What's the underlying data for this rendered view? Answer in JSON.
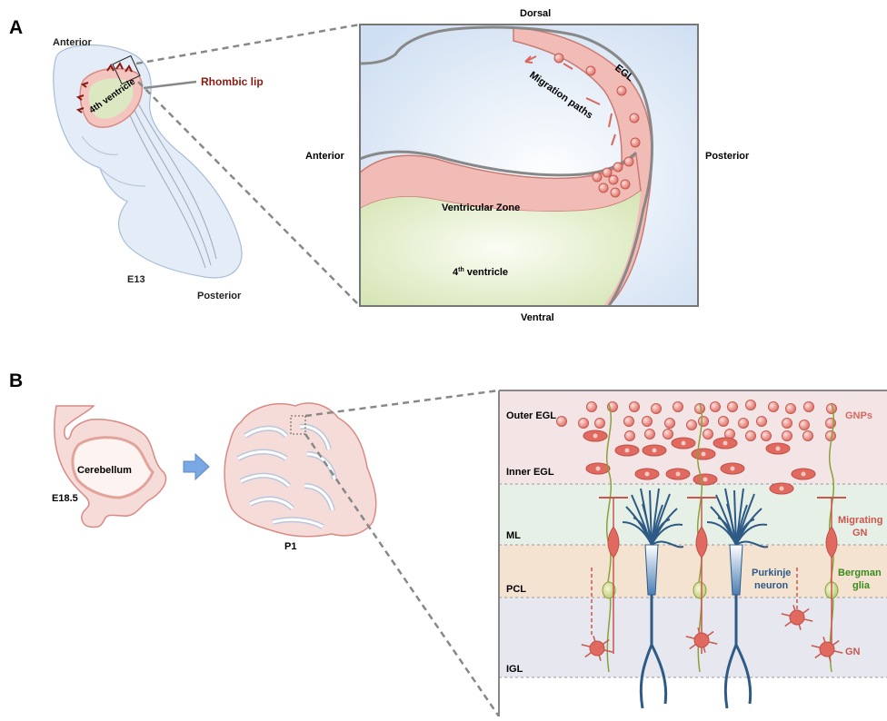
{
  "colors": {
    "pink_fill": "#f2c2bd",
    "pink_stroke": "#d98a84",
    "dark_red": "#8a1a12",
    "cell_red": "#e0665e",
    "blue_pale": "#dce8f6",
    "green_pale": "#dde9c2",
    "grey_border": "#777777",
    "bergmann_green": "#3a8a1e",
    "purkinje_blue": "#2e5a86",
    "arrow_blue": "#6b9fde"
  },
  "panel_a": {
    "letter": "A",
    "embryo": {
      "anterior": "Anterior",
      "posterior": "Posterior",
      "stage": "E13",
      "ventricle_label": "4th ventricle",
      "rhombic_lip": "Rhombic lip"
    },
    "zoom": {
      "dorsal": "Dorsal",
      "ventral": "Ventral",
      "anterior": "Anterior",
      "posterior": "Posterior",
      "egl": "EGL",
      "migration_paths": "Migration paths",
      "ventricular_zone": "Ventricular Zone",
      "ventricle_base": "4",
      "ventricle_sup": "th",
      "ventricle_rest": " ventricle"
    }
  },
  "panel_b": {
    "letter": "B",
    "cerebellum": "Cerebellum",
    "e18": "E18.5",
    "p1": "P1",
    "layers": {
      "outer_egl": "Outer EGL",
      "inner_egl": "Inner EGL",
      "ml": "ML",
      "pcl": "PCL",
      "igl": "IGL"
    },
    "cell_labels": {
      "gnps": "GNPs",
      "migrating_gn_1": "Migrating",
      "migrating_gn_2": "GN",
      "bergmann_1": "Bergman",
      "bergmann_2": "glia",
      "purkinje_1": "Purkinje",
      "purkinje_2": "neuron",
      "gn": "GN"
    }
  }
}
